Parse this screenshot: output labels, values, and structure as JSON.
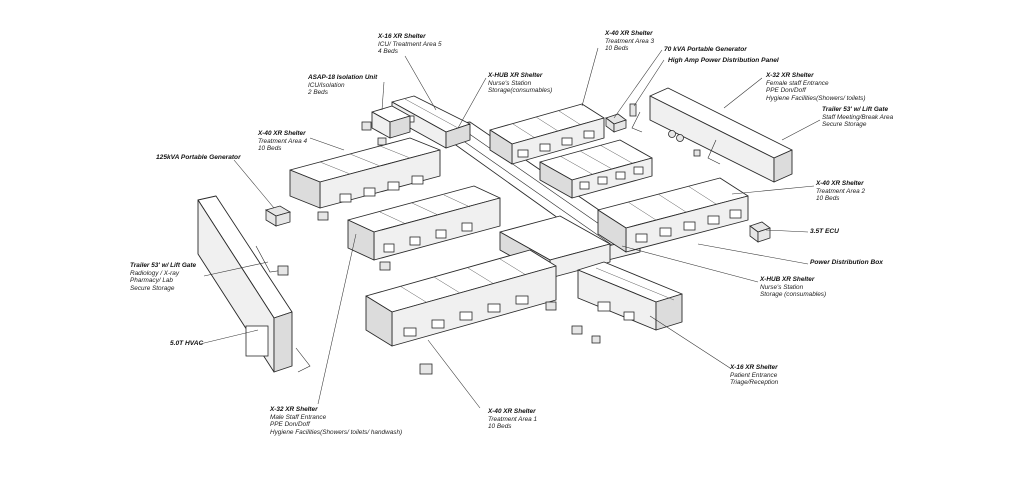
{
  "callouts": [
    {
      "id": "x16-top",
      "lines": [
        "X-16 XR Shelter",
        "ICU/ Treatment Area 5",
        "4 Beds"
      ]
    },
    {
      "id": "x40-ta3",
      "lines": [
        "X-40 XR Shelter",
        "Treatment Area 3",
        "10 Beds"
      ]
    },
    {
      "id": "gen70",
      "lines": [
        "70 kVA Portable Generator"
      ]
    },
    {
      "id": "hapdp",
      "lines": [
        "High Amp Power Distribution Panel"
      ]
    },
    {
      "id": "asap18",
      "lines": [
        "ASAP-18 Isolation Unit",
        "ICU/Isolation",
        "2 Beds"
      ]
    },
    {
      "id": "xhub-top",
      "lines": [
        "X-HUB XR Shelter",
        "Nurse's Station",
        "Storage(consumables)"
      ]
    },
    {
      "id": "x32-female",
      "lines": [
        "X-32 XR Shelter",
        "Female staff Entrance",
        "PPE Don/Doff",
        "Hygiene Facilities(Showers/ toilets)"
      ]
    },
    {
      "id": "trailer-right",
      "lines": [
        "Trailer 53' w/ Lift Gate",
        "Staff Meeting/Break Area",
        "Secure Storage"
      ]
    },
    {
      "id": "x40-ta4",
      "lines": [
        "X-40 XR Shelter",
        "Treatment Area 4",
        "10 Beds"
      ]
    },
    {
      "id": "gen125",
      "lines": [
        "125kVA Portable Generator"
      ]
    },
    {
      "id": "x40-ta2",
      "lines": [
        "X-40 XR Shelter",
        "Treatment Area 2",
        "10 Beds"
      ]
    },
    {
      "id": "ecu",
      "lines": [
        "3.5T ECU"
      ]
    },
    {
      "id": "pdb",
      "lines": [
        "Power Distribution Box"
      ]
    },
    {
      "id": "trailer-left",
      "lines": [
        "Trailer 53' w/ Lift Gate",
        "Radiology / X-ray",
        "Pharmacy/ Lab",
        "Secure Storage"
      ]
    },
    {
      "id": "xhub-bottom",
      "lines": [
        "X-HUB XR Shelter",
        "Nurse's Station",
        "Storage (consumables)"
      ]
    },
    {
      "id": "hvac",
      "lines": [
        "5.0T HVAC"
      ]
    },
    {
      "id": "x16-bottom",
      "lines": [
        "X-16 XR Shelter",
        "Patient Entrance",
        "Triage/Reception"
      ]
    },
    {
      "id": "x32-male",
      "lines": [
        "X-32 XR Shelter",
        "Male Staff Entrance",
        "PPE Don/Doff",
        "Hygiene Facilities(Showers/ toilets/ handwash)"
      ]
    },
    {
      "id": "x40-ta1",
      "lines": [
        "X-40 XR Shelter",
        "Treatment Area 1",
        "10 Beds"
      ]
    }
  ]
}
